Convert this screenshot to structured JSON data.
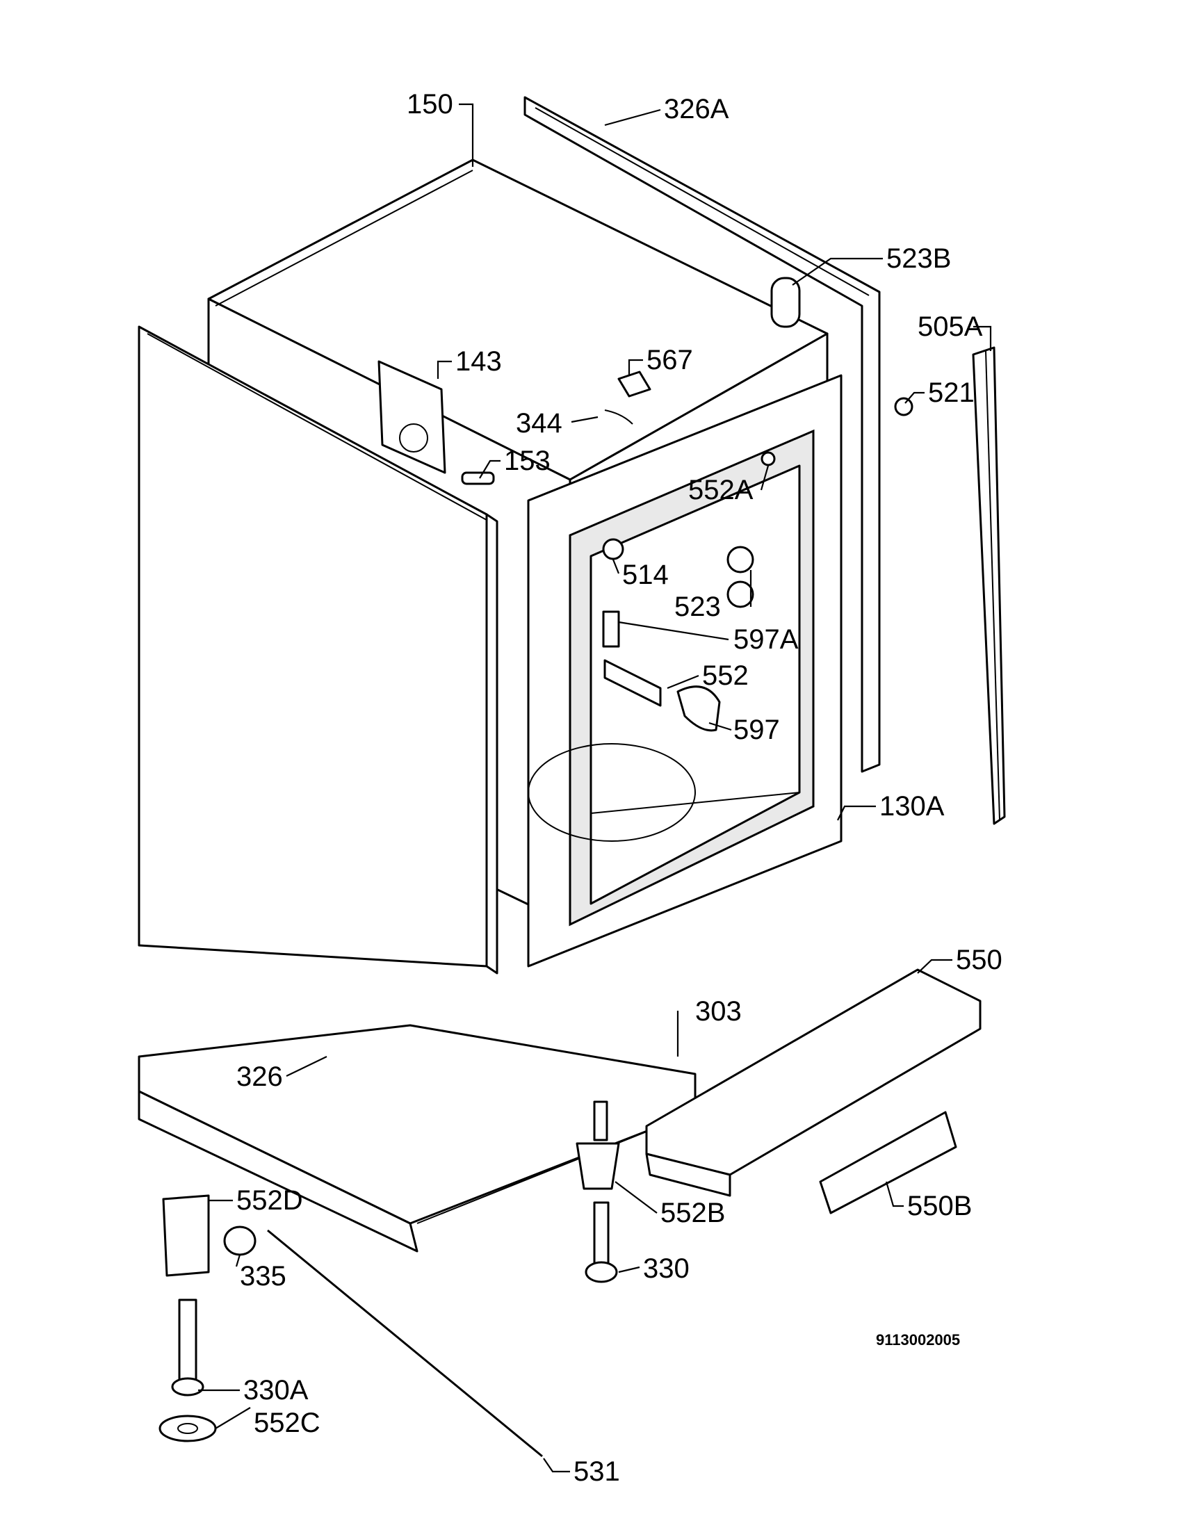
{
  "drawing_code": "9113002005",
  "labels": [
    {
      "id": "150",
      "text": "150"
    },
    {
      "id": "326A",
      "text": "326A"
    },
    {
      "id": "523B",
      "text": "523B"
    },
    {
      "id": "505A",
      "text": "505A"
    },
    {
      "id": "143",
      "text": "143"
    },
    {
      "id": "567",
      "text": "567"
    },
    {
      "id": "521",
      "text": "521"
    },
    {
      "id": "344",
      "text": "344"
    },
    {
      "id": "153",
      "text": "153"
    },
    {
      "id": "552A",
      "text": "552A"
    },
    {
      "id": "514",
      "text": "514"
    },
    {
      "id": "523",
      "text": "523"
    },
    {
      "id": "597A",
      "text": "597A"
    },
    {
      "id": "552",
      "text": "552"
    },
    {
      "id": "597",
      "text": "597"
    },
    {
      "id": "130A",
      "text": "130A"
    },
    {
      "id": "550",
      "text": "550"
    },
    {
      "id": "303",
      "text": "303"
    },
    {
      "id": "326",
      "text": "326"
    },
    {
      "id": "552D",
      "text": "552D"
    },
    {
      "id": "552B",
      "text": "552B"
    },
    {
      "id": "550B",
      "text": "550B"
    },
    {
      "id": "335",
      "text": "335"
    },
    {
      "id": "330",
      "text": "330"
    },
    {
      "id": "330A",
      "text": "330A"
    },
    {
      "id": "531",
      "text": "531"
    },
    {
      "id": "552C",
      "text": "552C"
    }
  ]
}
